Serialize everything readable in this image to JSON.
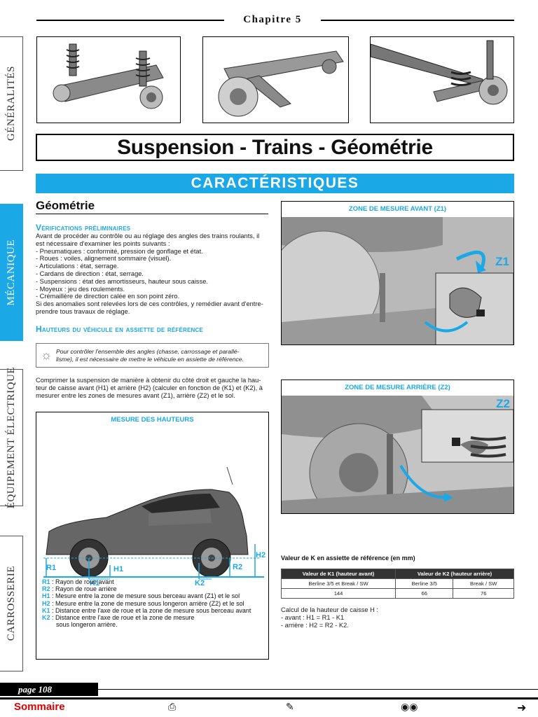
{
  "header": {
    "chapter": "Chapitre 5"
  },
  "tabs": [
    {
      "label": "GÉNÉRALITÉS",
      "active": false
    },
    {
      "label": "MÉCANIQUE",
      "active": true
    },
    {
      "label": "ÉQUIPEMENT ÉLECTRIQUE",
      "active": false
    },
    {
      "label": "CARROSSERIE",
      "active": false
    }
  ],
  "title": "Suspension - Trains - Géométrie",
  "banner": "CARACTÉRISTIQUES",
  "section": "Géométrie",
  "verif": {
    "heading": "Vérifications préliminaires",
    "lines": [
      "Avant de procéder au contrôle ou au réglage des angles des trains roulants, il",
      "est nécessaire d'examiner les points suivants :",
      "- Pneumatiques : conformité, pression de gonflage et état.",
      "- Roues : voiles, alignement sommaire (visuel).",
      "- Articulations : état, serrage.",
      "- Cardans de direction : état, serrage.",
      "- Suspensions : état des amortisseurs, hauteur sous caisse.",
      "- Moyeux : jeu des roulements.",
      "- Crémaillère de direction calée en son point zéro.",
      "Si des anomalies sont relevées lors de ces contrôles, y remédier avant d'entre-",
      "prendre tous travaux de réglage."
    ]
  },
  "hauteurs": {
    "heading": "Hauteurs du véhicule en assiette de référence",
    "note_lines": [
      "Pour contrôler l'ensemble des angles (chasse, carrossage et parallé-",
      "lisme), il est nécessaire de mettre le véhicule en assiette de référence."
    ],
    "lines": [
      "Comprimer la suspension de manière à obtenir du côté droit et gauche la hau-",
      "teur de caisse avant (H1) et arrière (H2) (calculer en fonction de (K1) et (K2), à",
      "mesurer entre les zones de mesures avant (Z1), arrière (Z2) et le sol."
    ]
  },
  "fig_mesure": {
    "caption": "MESURE DES HAUTEURS",
    "labels": {
      "r1": "R1",
      "h1": "H1",
      "k1": "K1",
      "k2": "K2",
      "r2": "R2",
      "h2": "H2"
    }
  },
  "legend": [
    {
      "key": "R1",
      "text": " : Rayon de roue avant"
    },
    {
      "key": "R2",
      "text": " : Rayon de roue arrière"
    },
    {
      "key": "H1",
      "text": " : Mesure entre la zone de mesure sous berceau avant (Z1) et le sol"
    },
    {
      "key": "H2",
      "text": " : Mesure entre la zone de mesure sous longeron arrière (Z2) et le sol"
    },
    {
      "key": "K1",
      "text": " : Distance entre l'axe de roue et la zone de mesure sous berceau avant"
    },
    {
      "key": "K2",
      "text": " : Distance entre l'axe de roue et la zone de mesure"
    },
    {
      "key": "",
      "text": "sous longeron arrière."
    }
  ],
  "fig_z1": {
    "caption": "ZONE DE MESURE AVANT (Z1)",
    "tag": "Z1"
  },
  "fig_z2": {
    "caption": "ZONE DE MESURE ARRIÈRE (Z2)",
    "tag": "Z2"
  },
  "k_table": {
    "title": "Valeur de K en assiette de référence (en mm)",
    "head": [
      "Valeur de K1 (hauteur avant)",
      "Valeur de K2 (hauteur arrière)"
    ],
    "sub": [
      "Berline 3/5 et Break / SW",
      "Berline 3/5",
      "Break / SW"
    ],
    "values": [
      "144",
      "66",
      "76"
    ]
  },
  "calc": [
    "Calcul de la hauteur de caisse H :",
    "- avant : H1 = R1 - K1",
    "- arrière : H2 = R2 - K2."
  ],
  "footer": {
    "page": "page 108",
    "sommaire": "Sommaire"
  },
  "colors": {
    "accent": "#1aa8e6",
    "sommaire": "#e00000"
  }
}
